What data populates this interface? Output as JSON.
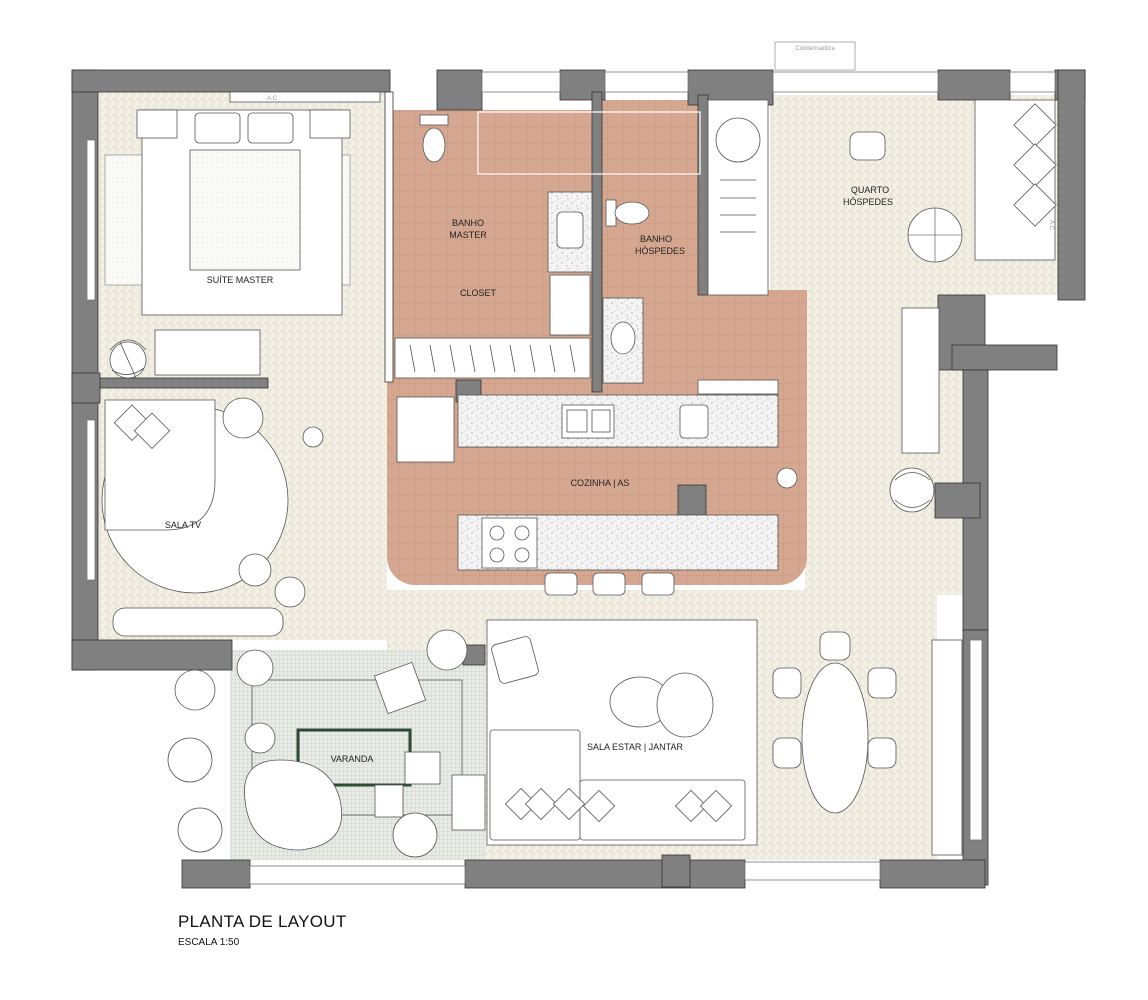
{
  "drawing": {
    "title": "PLANTA DE LAYOUT",
    "scale": "ESCALA 1:50"
  },
  "rooms": {
    "suite_master": "SUÍTE MASTER",
    "banho_master_1": "BANHO",
    "banho_master_2": "MASTER",
    "closet": "CLOSET",
    "banho_hospedes_1": "BANHO",
    "banho_hospedes_2": "HÓSPEDES",
    "quarto_hospedes_1": "QUARTO",
    "quarto_hospedes_2": "HÓSPEDES",
    "sala_tv": "SALA TV",
    "cozinha": "COZINHA | AS",
    "varanda": "VARANDA",
    "sala_estar": "SALA ESTAR | JANTAR"
  },
  "annotations": {
    "condensadora": "Condensadora",
    "ac_suite": "A.C",
    "ac_quarto": "A.C"
  },
  "colors": {
    "wall": "#808080",
    "wet_floor": "#d6a790",
    "dry_floor": "#f2efe4",
    "line": "#555555"
  }
}
